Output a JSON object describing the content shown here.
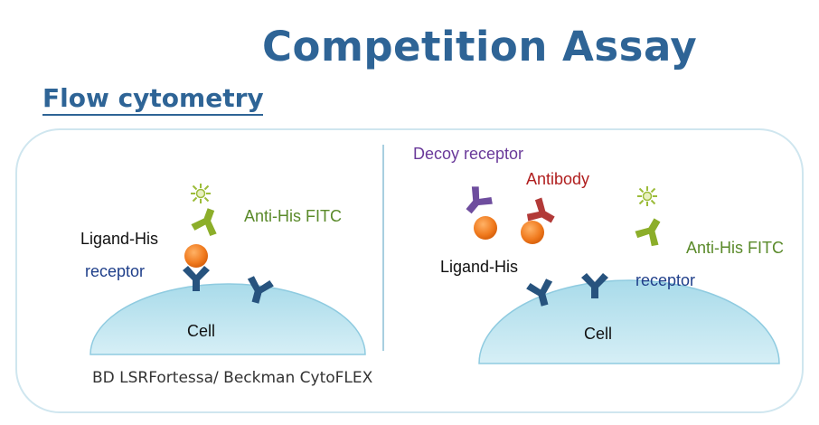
{
  "title": "Competition Assay",
  "subtitle": "Flow cytometry",
  "left_panel": {
    "antibody_label": "Anti-His FITC",
    "ligand_label": "Ligand-His",
    "receptor_label": "receptor",
    "cell_label": "Cell"
  },
  "right_panel": {
    "decoy_label": "Decoy receptor",
    "competitor_label": "Antibody",
    "antibody_label": "Anti-His FITC",
    "ligand_label": "Ligand-His",
    "receptor_label": "receptor",
    "cell_label": "Cell"
  },
  "footer": "BD LSRFortessa/ Beckman CytoFLEX",
  "colors": {
    "title": "#2e6496",
    "cell": "#b8e2ee",
    "receptor": "#27537e",
    "ligand": "#f07a1e",
    "fitc_antibody": "#8cae2a",
    "decoy_receptor": "#6e4d9e",
    "competitor_antibody": "#b23a38"
  }
}
